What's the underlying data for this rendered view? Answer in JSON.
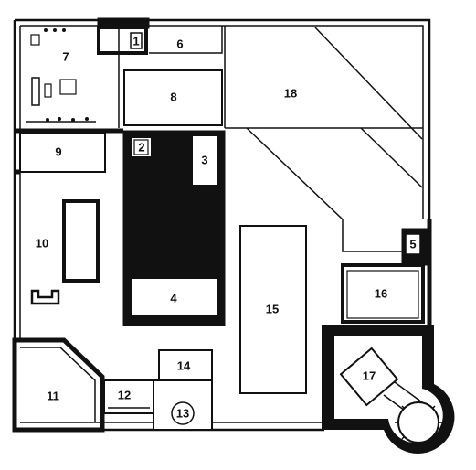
{
  "rooms": [
    {
      "id": "room-1",
      "label": "1"
    },
    {
      "id": "room-2",
      "label": "2"
    },
    {
      "id": "room-3",
      "label": "3"
    },
    {
      "id": "room-4",
      "label": "4"
    },
    {
      "id": "room-5",
      "label": "5"
    },
    {
      "id": "room-6",
      "label": "6"
    },
    {
      "id": "room-7",
      "label": "7"
    },
    {
      "id": "room-8",
      "label": "8"
    },
    {
      "id": "room-9",
      "label": "9"
    },
    {
      "id": "room-10",
      "label": "10"
    },
    {
      "id": "room-11",
      "label": "11"
    },
    {
      "id": "room-12",
      "label": "12"
    },
    {
      "id": "room-13",
      "label": "13"
    },
    {
      "id": "room-14",
      "label": "14"
    },
    {
      "id": "room-15",
      "label": "15"
    },
    {
      "id": "room-16",
      "label": "16"
    },
    {
      "id": "room-17",
      "label": "17"
    },
    {
      "id": "room-18",
      "label": "18"
    }
  ]
}
